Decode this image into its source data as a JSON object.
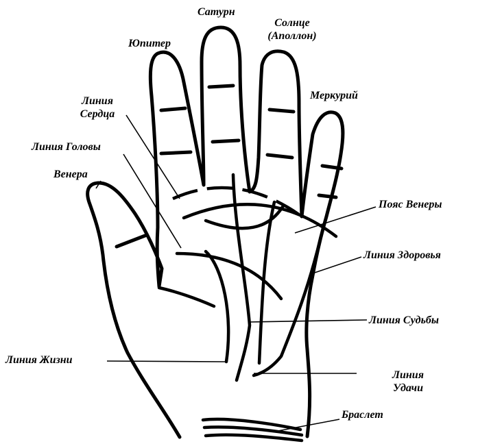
{
  "diagram": {
    "fingers": {
      "jupiter": "Юпитер",
      "saturn": "Сатурн",
      "sun": "Солнце\n(Аполлон)",
      "mercury": "Меркурий"
    },
    "mounts": {
      "venus": "Венера"
    },
    "lines": {
      "heart": "Линия\nСердца",
      "head": "Линия Головы",
      "girdle_of_venus": "Пояс Венеры",
      "health": "Линия Здоровья",
      "fate": "Линия Судьбы",
      "life": "Линия Жизни",
      "luck": "Линия\nУдачи",
      "bracelet": "Браслет"
    }
  }
}
